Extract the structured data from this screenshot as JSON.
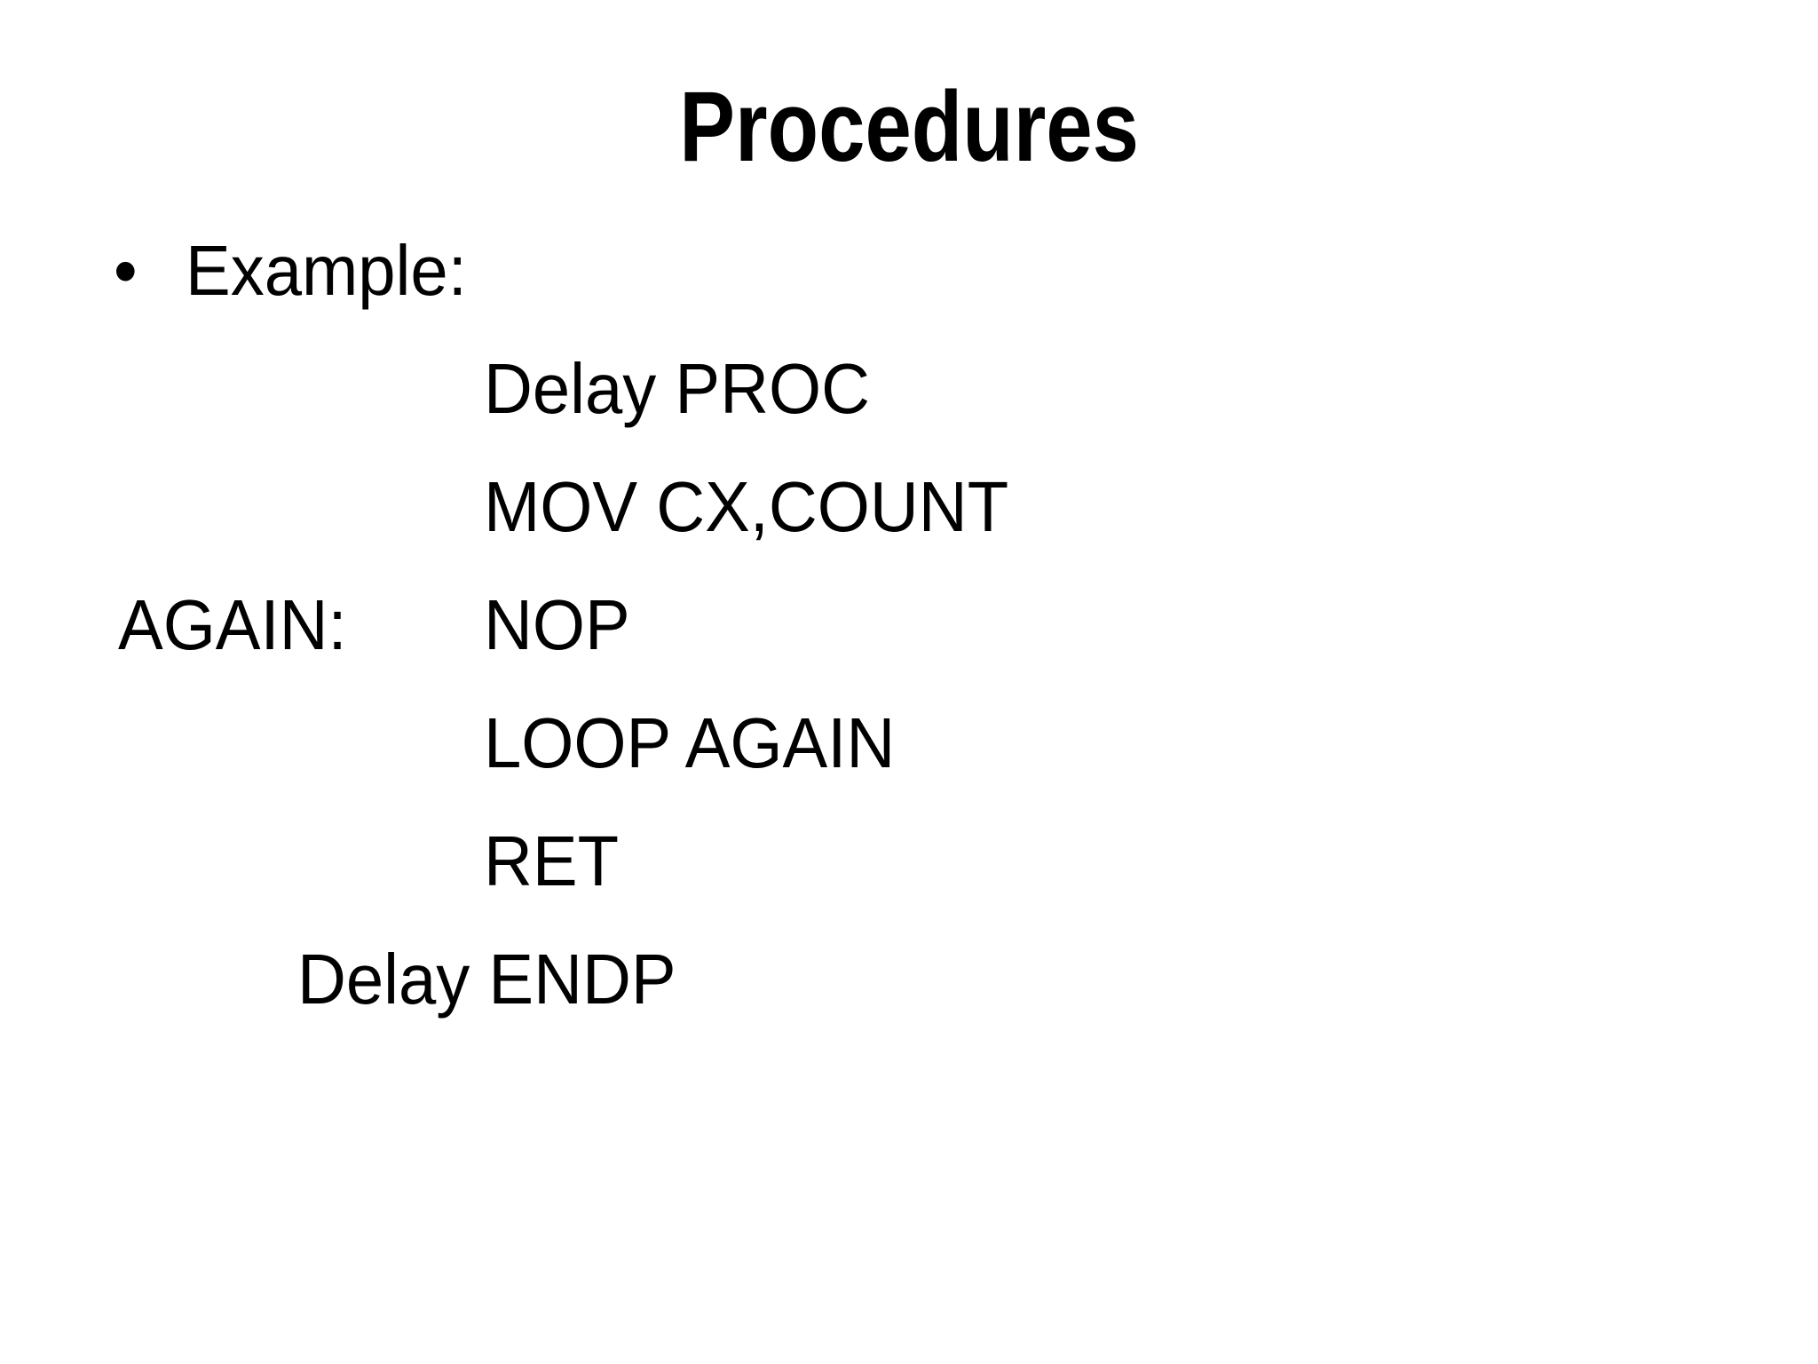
{
  "slide": {
    "title": "Procedures",
    "bullet": {
      "marker": "•",
      "text": "Example:"
    },
    "code_lines": [
      {
        "label": "",
        "text": "Delay PROC"
      },
      {
        "label": "",
        "text": "MOV CX,COUNT"
      },
      {
        "label": "AGAIN:",
        "text": "NOP"
      },
      {
        "label": "",
        "text": "LOOP AGAIN"
      },
      {
        "label": "",
        "text": "RET"
      },
      {
        "label": "",
        "text": "Delay ENDP"
      }
    ],
    "colors": {
      "background": "#ffffff",
      "text": "#000000"
    }
  }
}
